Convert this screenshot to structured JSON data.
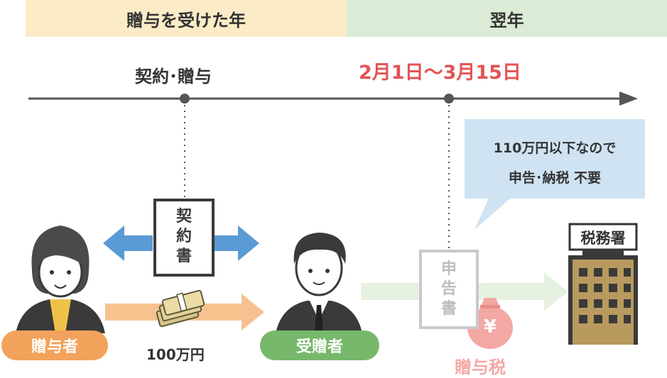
{
  "header": {
    "year_gift": "贈与を受けた年",
    "year_next": "翌年"
  },
  "timeline": {
    "event_contract": "契約･贈与",
    "filing_period": "2月1日〜3月15日"
  },
  "callout": {
    "line1": "110万円以下なので",
    "line2": "申告･納税 不要"
  },
  "documents": {
    "contract_chars": [
      "契",
      "約",
      "書"
    ],
    "return_chars": [
      "申",
      "告",
      "書"
    ]
  },
  "people": {
    "giver": "贈与者",
    "receiver": "受贈者"
  },
  "money": {
    "amount": "100万円",
    "tax_symbol": "¥",
    "tax_label": "贈与税"
  },
  "office": {
    "name": "税務署"
  },
  "colors": {
    "band_left": "#fbecc7",
    "band_right": "#dcebd5",
    "date": "#e25555",
    "giver_pill": "#f2a25b",
    "receiver_pill": "#77b86b",
    "contract_arrow": "#5a9bd5",
    "money_arrow": "#f6c28f",
    "faded_arrow": "#e6f1e2",
    "callout_bg": "#cfe3f2",
    "tax_bag": "#f3a8a4"
  }
}
